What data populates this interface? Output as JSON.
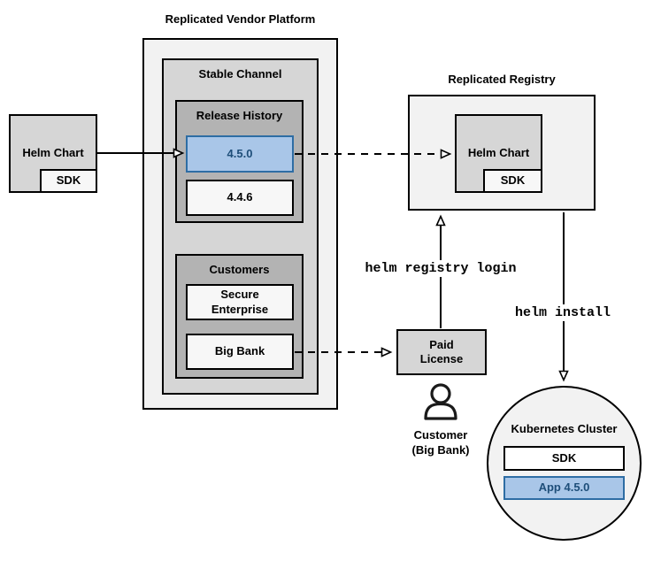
{
  "colors": {
    "container_fill": "#f2f2f2",
    "panel_fill": "#d6d6d6",
    "inner_panel_fill": "#b3b3b3",
    "light_box_fill": "#f7f7f7",
    "white_box_fill": "#ffffff",
    "accent_fill": "#a9c6e8",
    "accent_border": "#2e6da4",
    "accent_text": "#1e4e79",
    "line_color": "#000000"
  },
  "source_chart": {
    "label": "Helm Chart",
    "sdk": "SDK"
  },
  "vendor_platform": {
    "title": "Replicated Vendor Platform",
    "stable_channel": {
      "label": "Stable Channel",
      "release_history": {
        "label": "Release History",
        "releases": [
          {
            "version": "4.5.0"
          },
          {
            "version": "4.4.6"
          }
        ]
      },
      "customers": {
        "label": "Customers",
        "items": [
          {
            "name": "Secure Enterprise"
          },
          {
            "name": "Big Bank"
          }
        ]
      }
    }
  },
  "registry": {
    "title": "Replicated Registry",
    "helm_chart": "Helm Chart",
    "sdk": "SDK"
  },
  "paid_license": {
    "label": "Paid License"
  },
  "customer": {
    "line1": "Customer",
    "line2": "(Big Bank)"
  },
  "cluster": {
    "title": "Kubernetes Cluster",
    "sdk": "SDK",
    "app": "App 4.5.0"
  },
  "commands": {
    "registry_login": "helm registry login",
    "install": "helm install"
  }
}
